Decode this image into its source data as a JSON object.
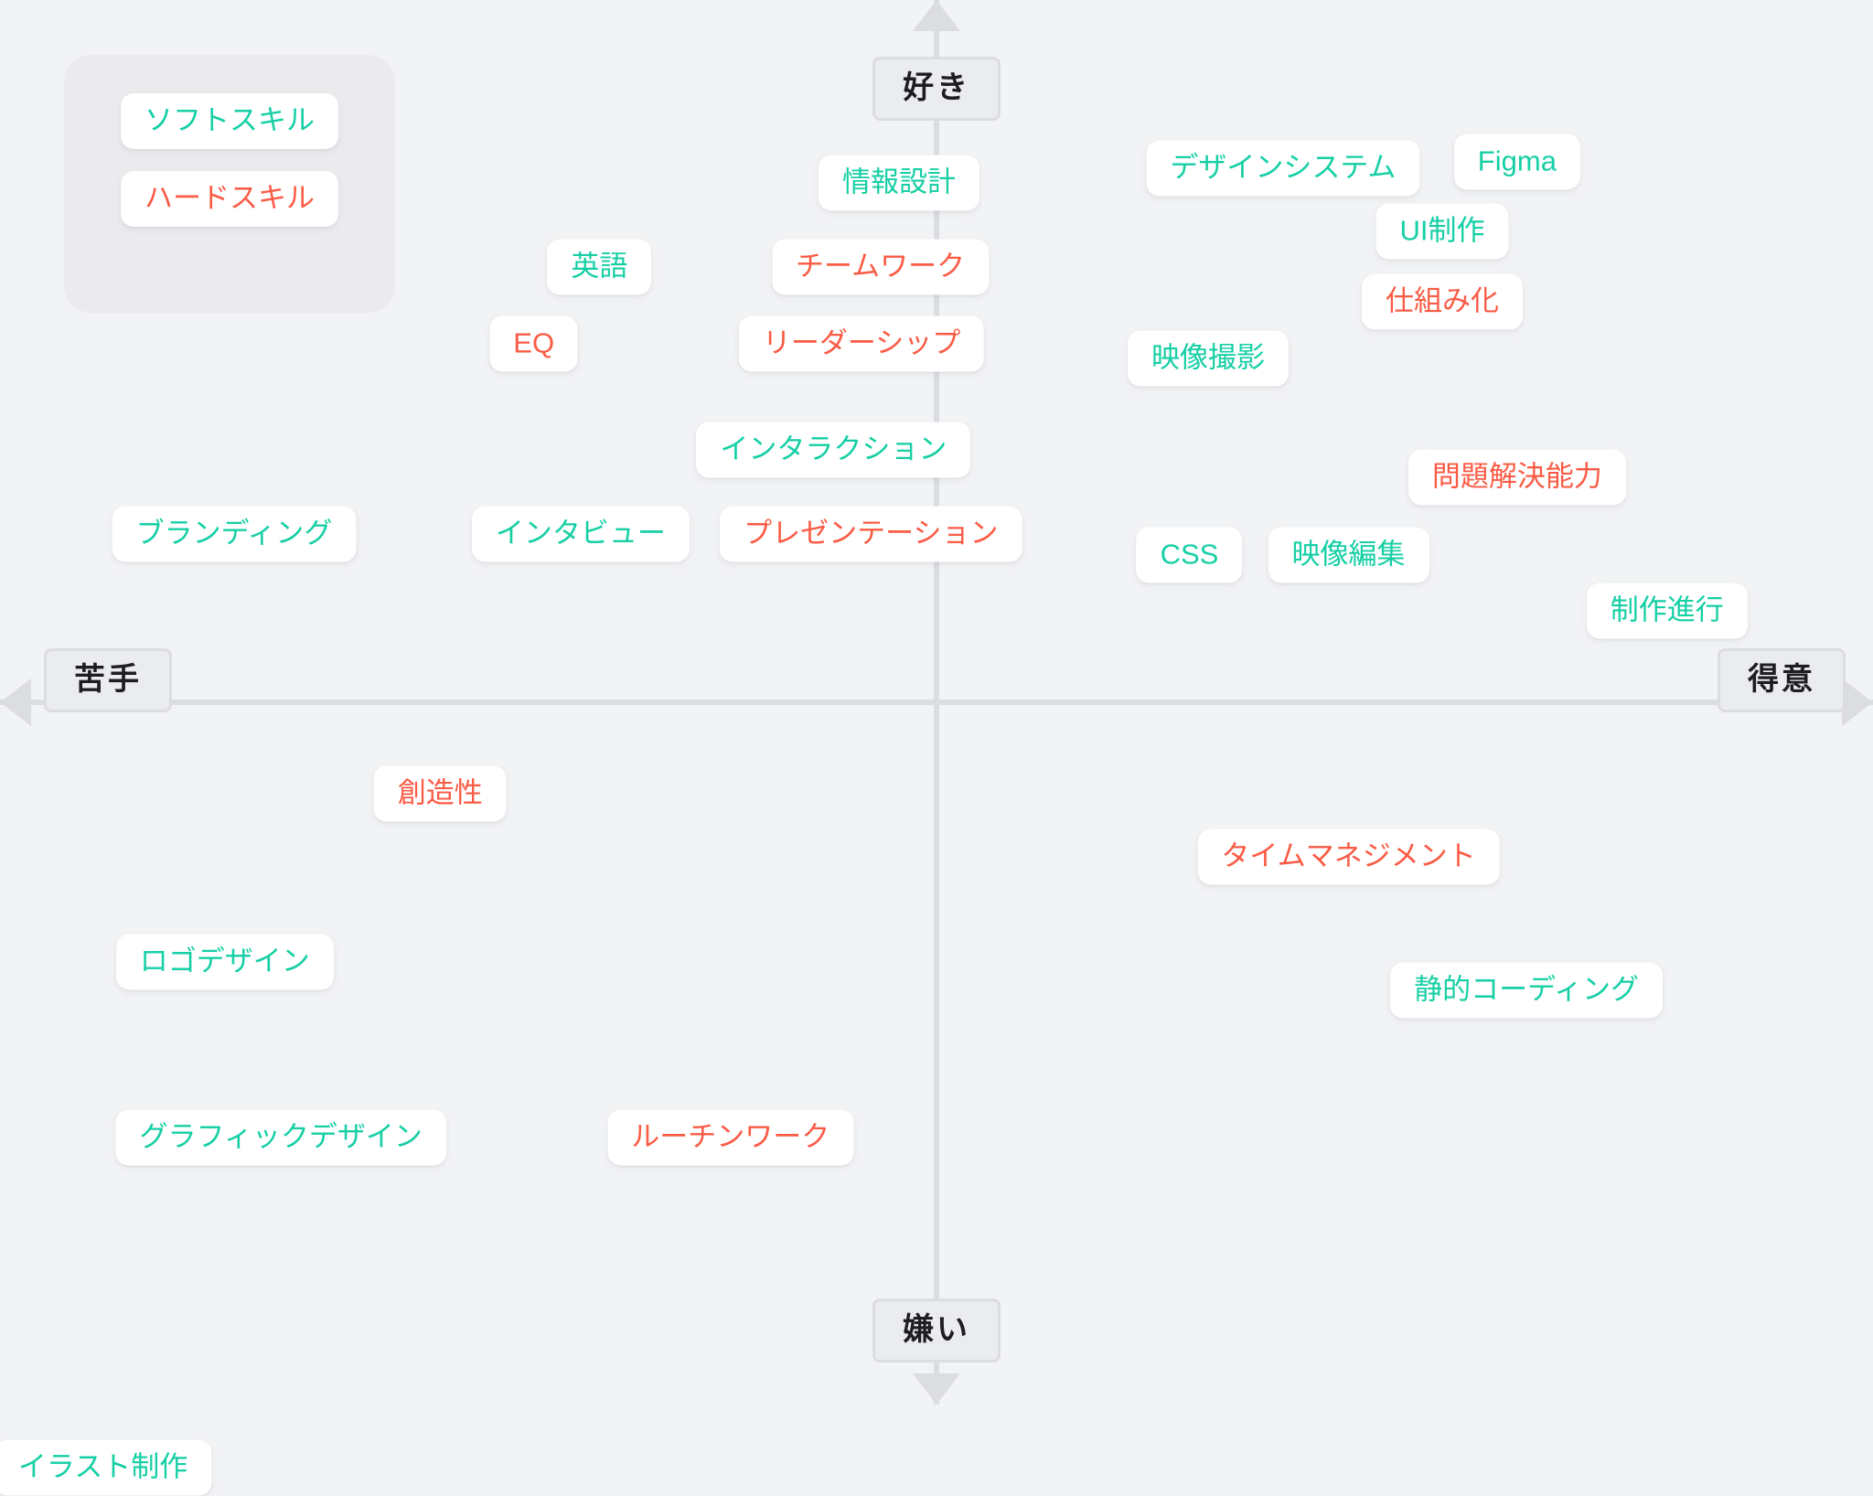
{
  "axes": {
    "top_label": "好き",
    "bottom_label": "嫌い",
    "left_label": "苦手",
    "right_label": "得意"
  },
  "legend": {
    "items": [
      {
        "label": "ソフトスキル",
        "type": "soft"
      },
      {
        "label": "ハードスキル",
        "type": "hard"
      }
    ]
  },
  "colors": {
    "soft": "#16cfa5",
    "hard": "#fa5b45",
    "background": "#f2f3f5",
    "axis": "#dcdde1",
    "axis_label_bg": "#ebecef",
    "legend_bg": "#ebebee",
    "chip_bg": "#ffffff"
  },
  "chart_data": {
    "type": "scatter",
    "title": "",
    "xlabel": "苦手 ↔ 得意",
    "ylabel": "嫌い ↔ 好き",
    "xlim": [
      -100,
      100
    ],
    "ylim": [
      -100,
      100
    ],
    "grid": false,
    "legend_position": "top-left",
    "series": [
      {
        "name": "ソフトスキル",
        "color": "#16cfa5"
      },
      {
        "name": "ハードスキル",
        "color": "#fa5b45"
      }
    ],
    "points": [
      {
        "label": "情報設計",
        "type": "soft",
        "x": -4,
        "y": 74
      },
      {
        "label": "デザインシステム",
        "type": "soft",
        "x": 37,
        "y": 76
      },
      {
        "label": "Figma",
        "type": "soft",
        "x": 62,
        "y": 77
      },
      {
        "label": "UI制作",
        "type": "soft",
        "x": 54,
        "y": 67
      },
      {
        "label": "英語",
        "type": "soft",
        "x": -36,
        "y": 62
      },
      {
        "label": "チームワーク",
        "type": "hard",
        "x": -6,
        "y": 62
      },
      {
        "label": "仕組み化",
        "type": "hard",
        "x": 54,
        "y": 57
      },
      {
        "label": "EQ",
        "type": "hard",
        "x": -43,
        "y": 51
      },
      {
        "label": "リーダーシップ",
        "type": "hard",
        "x": -8,
        "y": 51
      },
      {
        "label": "映像撮影",
        "type": "soft",
        "x": 29,
        "y": 49
      },
      {
        "label": "インタラクション",
        "type": "soft",
        "x": -11,
        "y": 36
      },
      {
        "label": "問題解決能力",
        "type": "hard",
        "x": 62,
        "y": 32
      },
      {
        "label": "ブランディング",
        "type": "soft",
        "x": -75,
        "y": 24
      },
      {
        "label": "インタビュー",
        "type": "soft",
        "x": -38,
        "y": 24
      },
      {
        "label": "プレゼンテーション",
        "type": "hard",
        "x": -7,
        "y": 24
      },
      {
        "label": "CSS",
        "type": "soft",
        "x": 27,
        "y": 21
      },
      {
        "label": "映像編集",
        "type": "soft",
        "x": 44,
        "y": 21
      },
      {
        "label": "制作進行",
        "type": "soft",
        "x": 78,
        "y": 13
      },
      {
        "label": "創造性",
        "type": "hard",
        "x": -53,
        "y": -13
      },
      {
        "label": "タイムマネジメント",
        "type": "hard",
        "x": 44,
        "y": -22
      },
      {
        "label": "ロゴデザイン",
        "type": "soft",
        "x": -76,
        "y": -37
      },
      {
        "label": "静的コーディング",
        "type": "soft",
        "x": 63,
        "y": -41
      },
      {
        "label": "グラフィックデザイン",
        "type": "soft",
        "x": -70,
        "y": -62
      },
      {
        "label": "ルーチンワーク",
        "type": "hard",
        "x": -22,
        "y": -62
      },
      {
        "label": "イラスト制作",
        "type": "soft",
        "x": -89,
        "y": -109
      }
    ]
  }
}
